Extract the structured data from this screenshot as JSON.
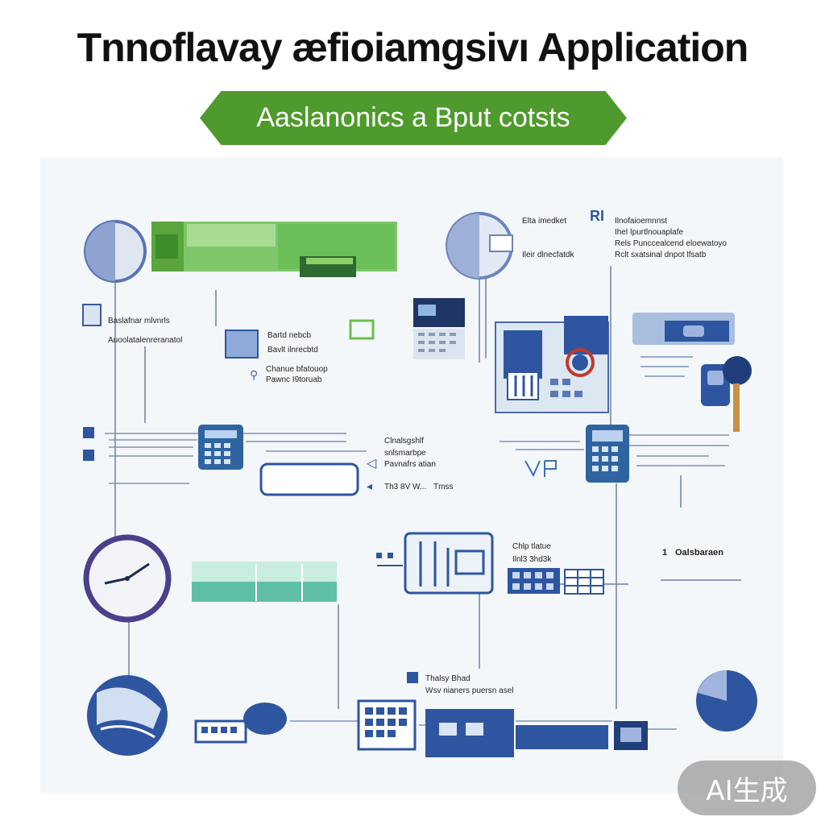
{
  "header": {
    "title": "Tnnoflavay æfioiamgsivı Application",
    "banner": "Aaslanonics a Bput cotsts"
  },
  "labels": {
    "top_left_1": "Baslafnar mlvnrls",
    "top_left_2": "Auoolatalenreranatol",
    "mid_box_1": "Bartd nebcb",
    "mid_box_2": "Bavlt ilnrecbtd",
    "mid_box_3": "Chanue bfatouop",
    "mid_box_4": "Pawnc I9toruab",
    "top_right_1": "Elta imedket",
    "top_right_mark": "RI",
    "top_right_2": "Ilnofaioemnnst",
    "top_right_3": "Ihel Ipurtlnouaplafe",
    "top_right_4": "Rels Punccealcend eloewatoyo",
    "top_right_5": "Ileir dlnecfatdk",
    "top_right_6": "Rclt sxatsinal dnpot lfsatb",
    "center_1": "Clnalsgshlf",
    "center_2": "snlsmarbpe",
    "center_3": "Pavnafrs atian",
    "center_4": "Th3 8V W...",
    "center_5": "Tmss",
    "right_mid_1": "Chlp tlatue",
    "right_mid_2": "Ilnl3 3hd3k",
    "right_mid_3": "Oalsbaraen",
    "right_mid_num": "1",
    "bottom_1": "Thalsy Bhad",
    "bottom_2": "Wsv nianers puersn asel"
  },
  "watermark": "AI生成",
  "colors": {
    "title": "#111111",
    "banner_green": "#4f9a2c",
    "accent_blue": "#2e55a0",
    "panel_bg": "#f4f7fa",
    "teal": "#5fbfa8"
  },
  "icons": [
    "half-moon-icon",
    "clock-icon",
    "globe-icon",
    "calculator-icon",
    "building-icon",
    "key-icon",
    "pie-icon",
    "server-icon",
    "grid-icon"
  ]
}
